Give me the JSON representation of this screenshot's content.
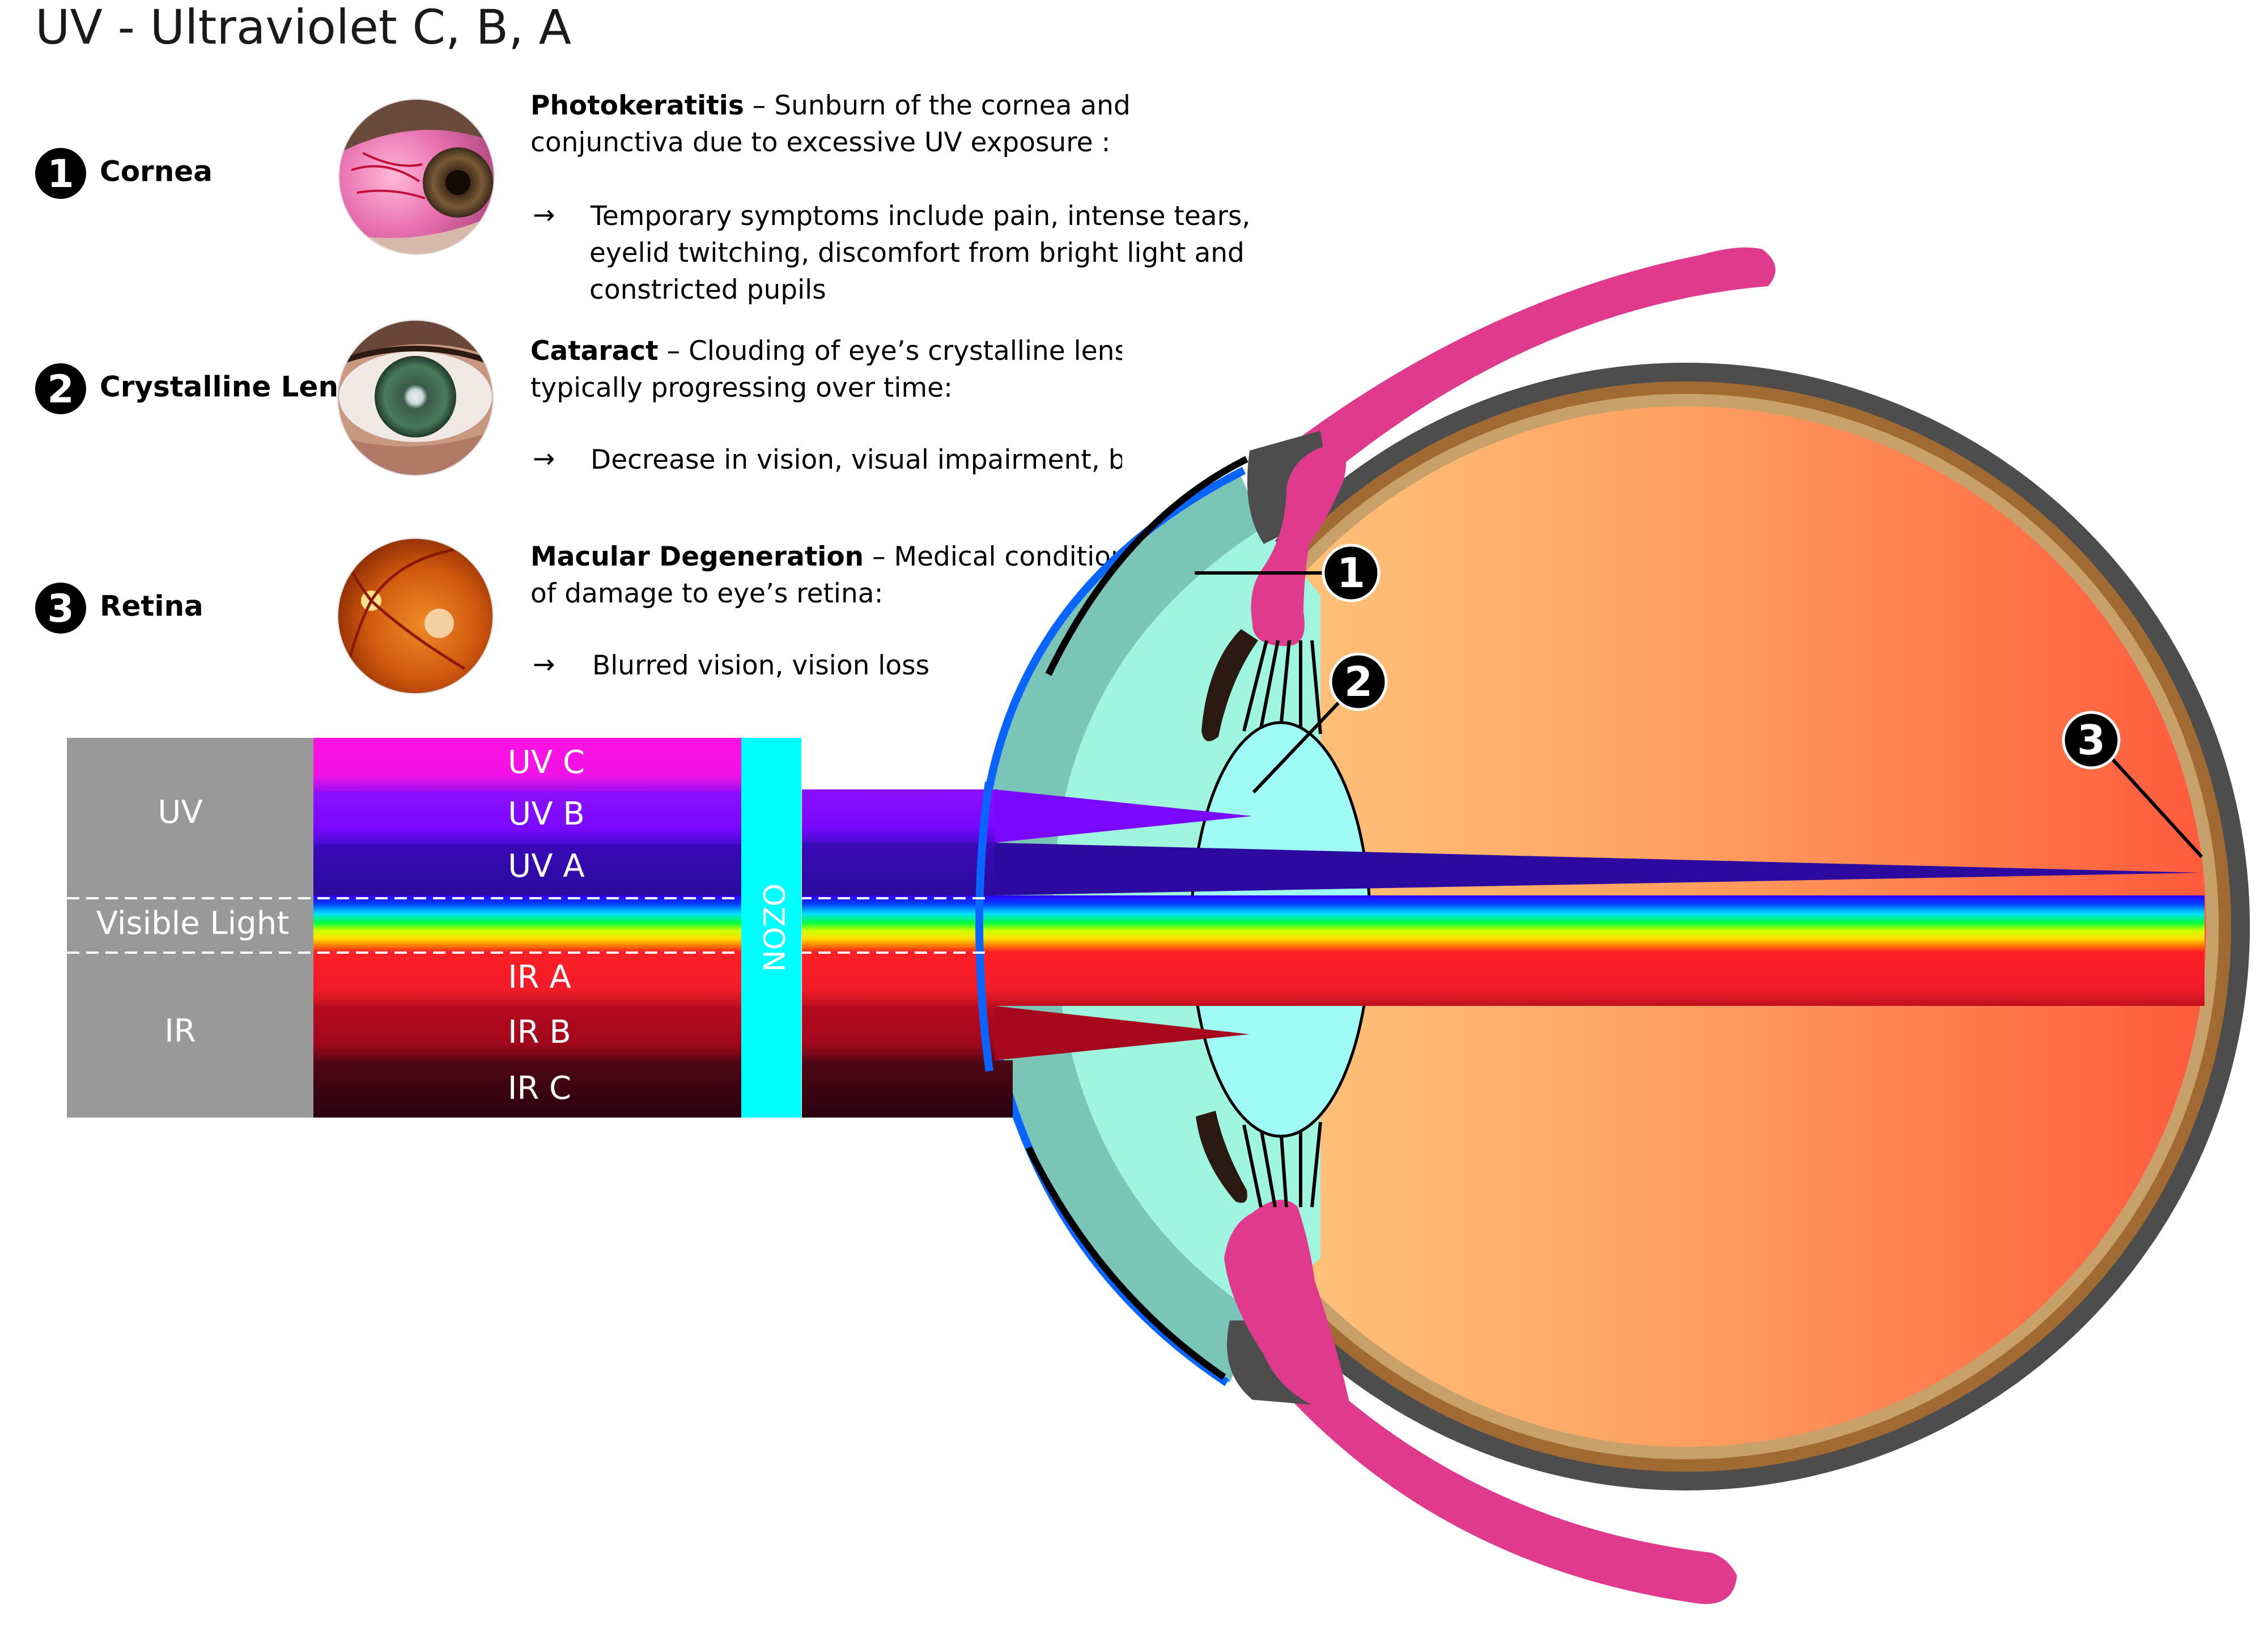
{
  "title": "UV  - Ultraviolet C, B, A",
  "conditions": [
    {
      "number": "1",
      "label": "Cornea",
      "heading": "Photokeratitis",
      "description": [
        " – Sunburn of the cornea and",
        "conjunctiva due to excessive UV exposure :"
      ],
      "arrow": "→",
      "symptoms": [
        "Temporary symptoms include pain, intense tears,",
        "eyelid twitching, discomfort from bright light and",
        "constricted pupils"
      ]
    },
    {
      "number": "2",
      "label": "Crystalline Lens",
      "heading": "Cataract",
      "description": [
        " – Clouding of eye’s crystalline lens,",
        "typically progressing over time:"
      ],
      "arrow": "→",
      "symptoms": [
        "Decrease in vision, visual impairment, blindness"
      ]
    },
    {
      "number": "3",
      "label": "Retina",
      "heading": "Macular Degeneration",
      "description": [
        " – Medical condition",
        "of damage to eye’s retina:"
      ],
      "arrow": "→",
      "symptoms": [
        "Blurred vision, vision loss"
      ]
    }
  ],
  "spectrum": {
    "groups": [
      "UV",
      "Visible Light",
      "IR"
    ],
    "bands": [
      "UV C",
      "UV B",
      "UV A",
      "IR A",
      "IR B",
      "IR C"
    ],
    "filter_label": "OZON"
  },
  "eye_callouts": [
    "1",
    "2",
    "3"
  ],
  "colors": {
    "group_gray": "#999999",
    "uv_c": "#ff10d8",
    "uv_b": "#7a08ff",
    "uv_a": "#2c0aa0",
    "ir_a": "#ff1e26",
    "ir_b": "#a8081e",
    "ir_c": "#300010",
    "ozone": "#00ffff",
    "sclera": "#4d4d4d",
    "choroid": "#a06a32",
    "retina": "#c8a06a",
    "vitreous_start": "#ffd9a6",
    "vitreous_end": "#ff6040",
    "muscle": "#e03a8e",
    "cornea_blue": "#0a64ff",
    "aqueous": "#7ac4b8",
    "lens": "#9ffbf6"
  }
}
